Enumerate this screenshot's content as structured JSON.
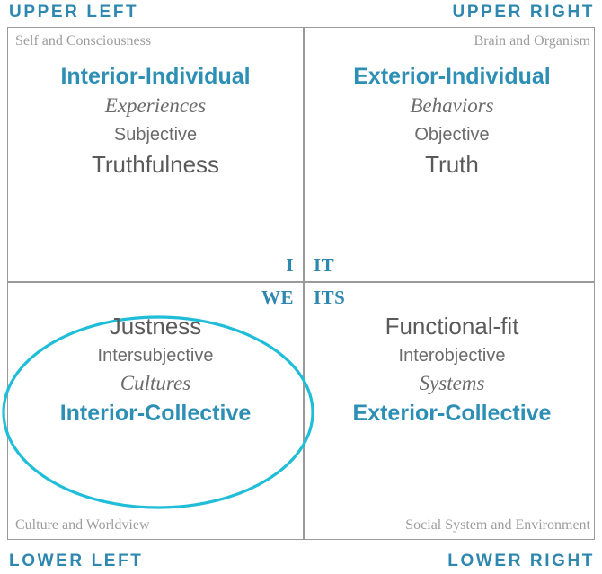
{
  "corners": {
    "upper_left": "UPPER LEFT",
    "upper_right": "UPPER RIGHT",
    "lower_left": "LOWER LEFT",
    "lower_right": "LOWER RIGHT"
  },
  "quadrants": {
    "upper_left": {
      "subtitle": "Self and Consciousness",
      "title": "Interior-Individual",
      "italic": "Experiences",
      "plain": "Subjective",
      "large": "Truthfulness"
    },
    "upper_right": {
      "subtitle": "Brain and Organism",
      "title": "Exterior-Individual",
      "italic": "Behaviors",
      "plain": "Objective",
      "large": "Truth"
    },
    "lower_left": {
      "subtitle": "Culture and Worldview",
      "title": "Interior-Collective",
      "italic": "Cultures",
      "plain": "Intersubjective",
      "large": "Justness"
    },
    "lower_right": {
      "subtitle": "Social System and Environment",
      "title": "Exterior-Collective",
      "italic": "Systems",
      "plain": "Interobjective",
      "large": "Functional-fit"
    }
  },
  "pronouns": {
    "i": "I",
    "it": "IT",
    "we": "WE",
    "its": "ITS"
  },
  "colors": {
    "accent_blue": "#2E8FB5",
    "banner_blue": "#2E87AE",
    "highlight_cyan": "#1FBDD8",
    "grid_gray": "#9a9a9a",
    "subtitle_gray": "#9d9d9d",
    "body_gray": "#6b6b6b"
  }
}
